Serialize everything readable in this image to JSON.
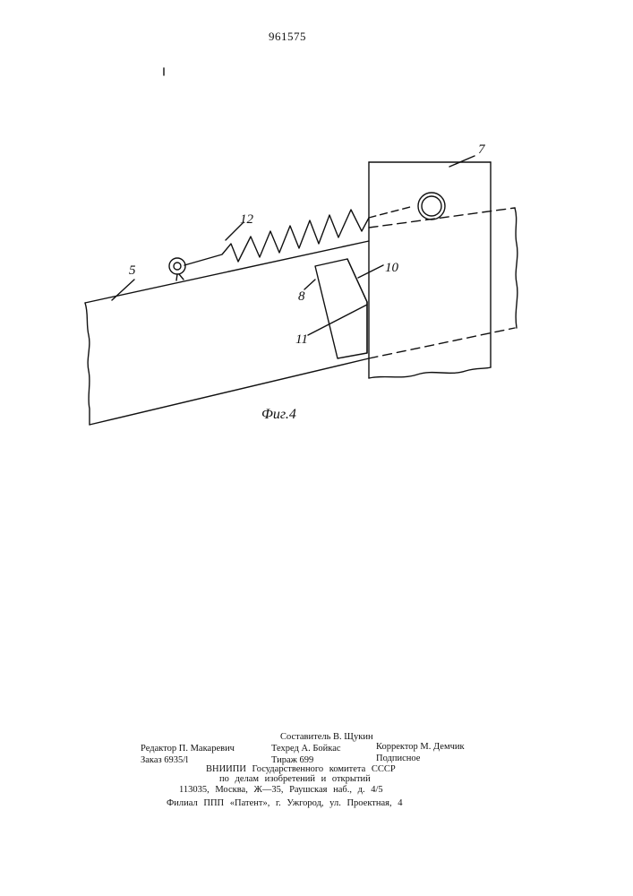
{
  "patent_number": "961575",
  "figure": {
    "caption": "Фиг.4",
    "labels": {
      "part5": "5",
      "part7": "7",
      "part8": "8",
      "part10": "10",
      "part11": "11",
      "part12": "12"
    }
  },
  "imprint": {
    "compiler": "Составитель В. Щукин",
    "editor": "Редактор П. Макаревич",
    "tech_editor": "Техред А. Бойкас",
    "proofreader": "Корректор М. Демчик",
    "order": "Заказ 6935/l",
    "circulation": "Тираж 699",
    "subscription": "Подписное",
    "org_line1": "ВНИИПИ Государственного комитета СССР",
    "org_line2": "по делам изобретений и открытий",
    "address": "113035, Москва, Ж—35, Раушская наб., д. 4/5",
    "branch": "Филиал ППП «Патент», г. Ужгород, ул. Проектная, 4"
  }
}
